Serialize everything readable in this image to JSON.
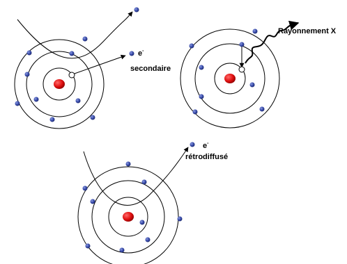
{
  "labels": {
    "secondary_e": "e",
    "secondary_sup": "-",
    "secondary_word": "secondaire",
    "xray": "Rayonnement X",
    "backscatter_e": "e",
    "backscatter_sup": "-",
    "backscatter_word": "rétrodiffusé"
  },
  "colors": {
    "nucleus": "#e01010",
    "electron": "#3547a6",
    "electron_outline": "#1c2a6b",
    "orbit": "#000000",
    "vacancy": "#ffffff"
  }
}
